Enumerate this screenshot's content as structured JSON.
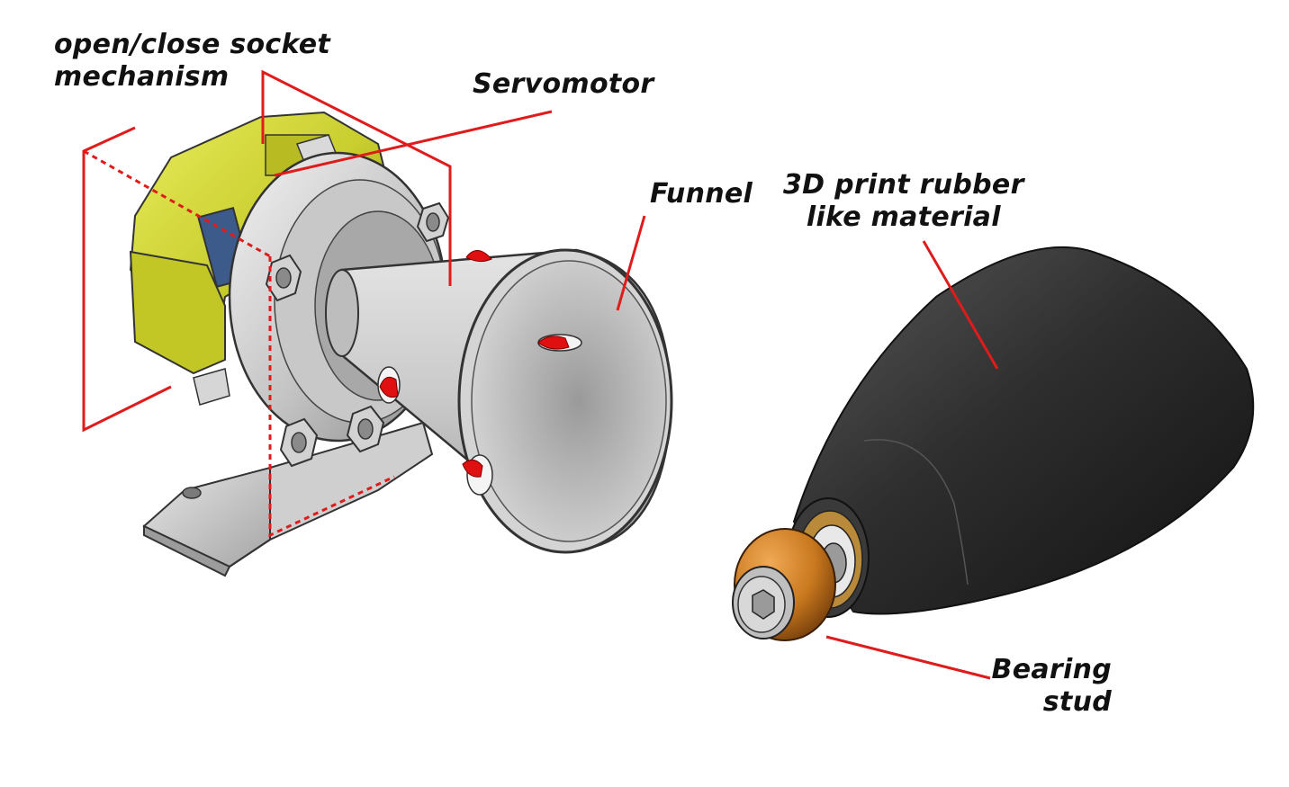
{
  "labels": {
    "socket_mechanism": [
      "open/close socket",
      "mechanism"
    ],
    "servomotor": "Servomotor",
    "funnel": "Funnel",
    "rubber_material": [
      "3D print rubber",
      "like material"
    ],
    "bearing_stud": [
      "Bearing",
      "stud"
    ]
  },
  "colors": {
    "leader_line": "#e01b1b",
    "socket_housing": "#c8cc2a",
    "metal_gray": "#bdbdbd",
    "cover_black": "#2a2a2a",
    "stud_orange": "#c9781e",
    "marker_red": "#e01010"
  }
}
